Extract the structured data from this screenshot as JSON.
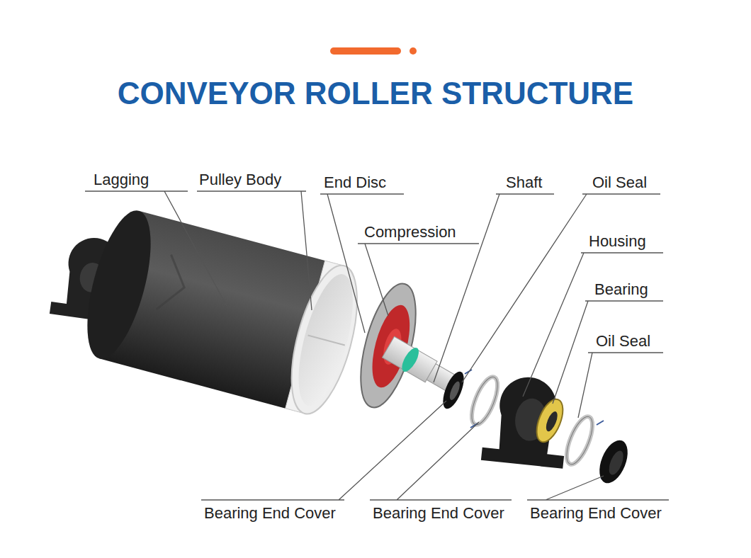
{
  "diagram": {
    "title": "CONVEYOR ROLLER STRUCTURE",
    "labels": [
      "Lagging",
      "Pulley Body",
      "End Disc",
      "Compression",
      "Shaft",
      "Oil Seal",
      "Housing",
      "Bearing",
      "Oil Seal",
      "Bearing End Cover",
      "Bearing End Cover",
      "Bearing End Cover"
    ]
  }
}
